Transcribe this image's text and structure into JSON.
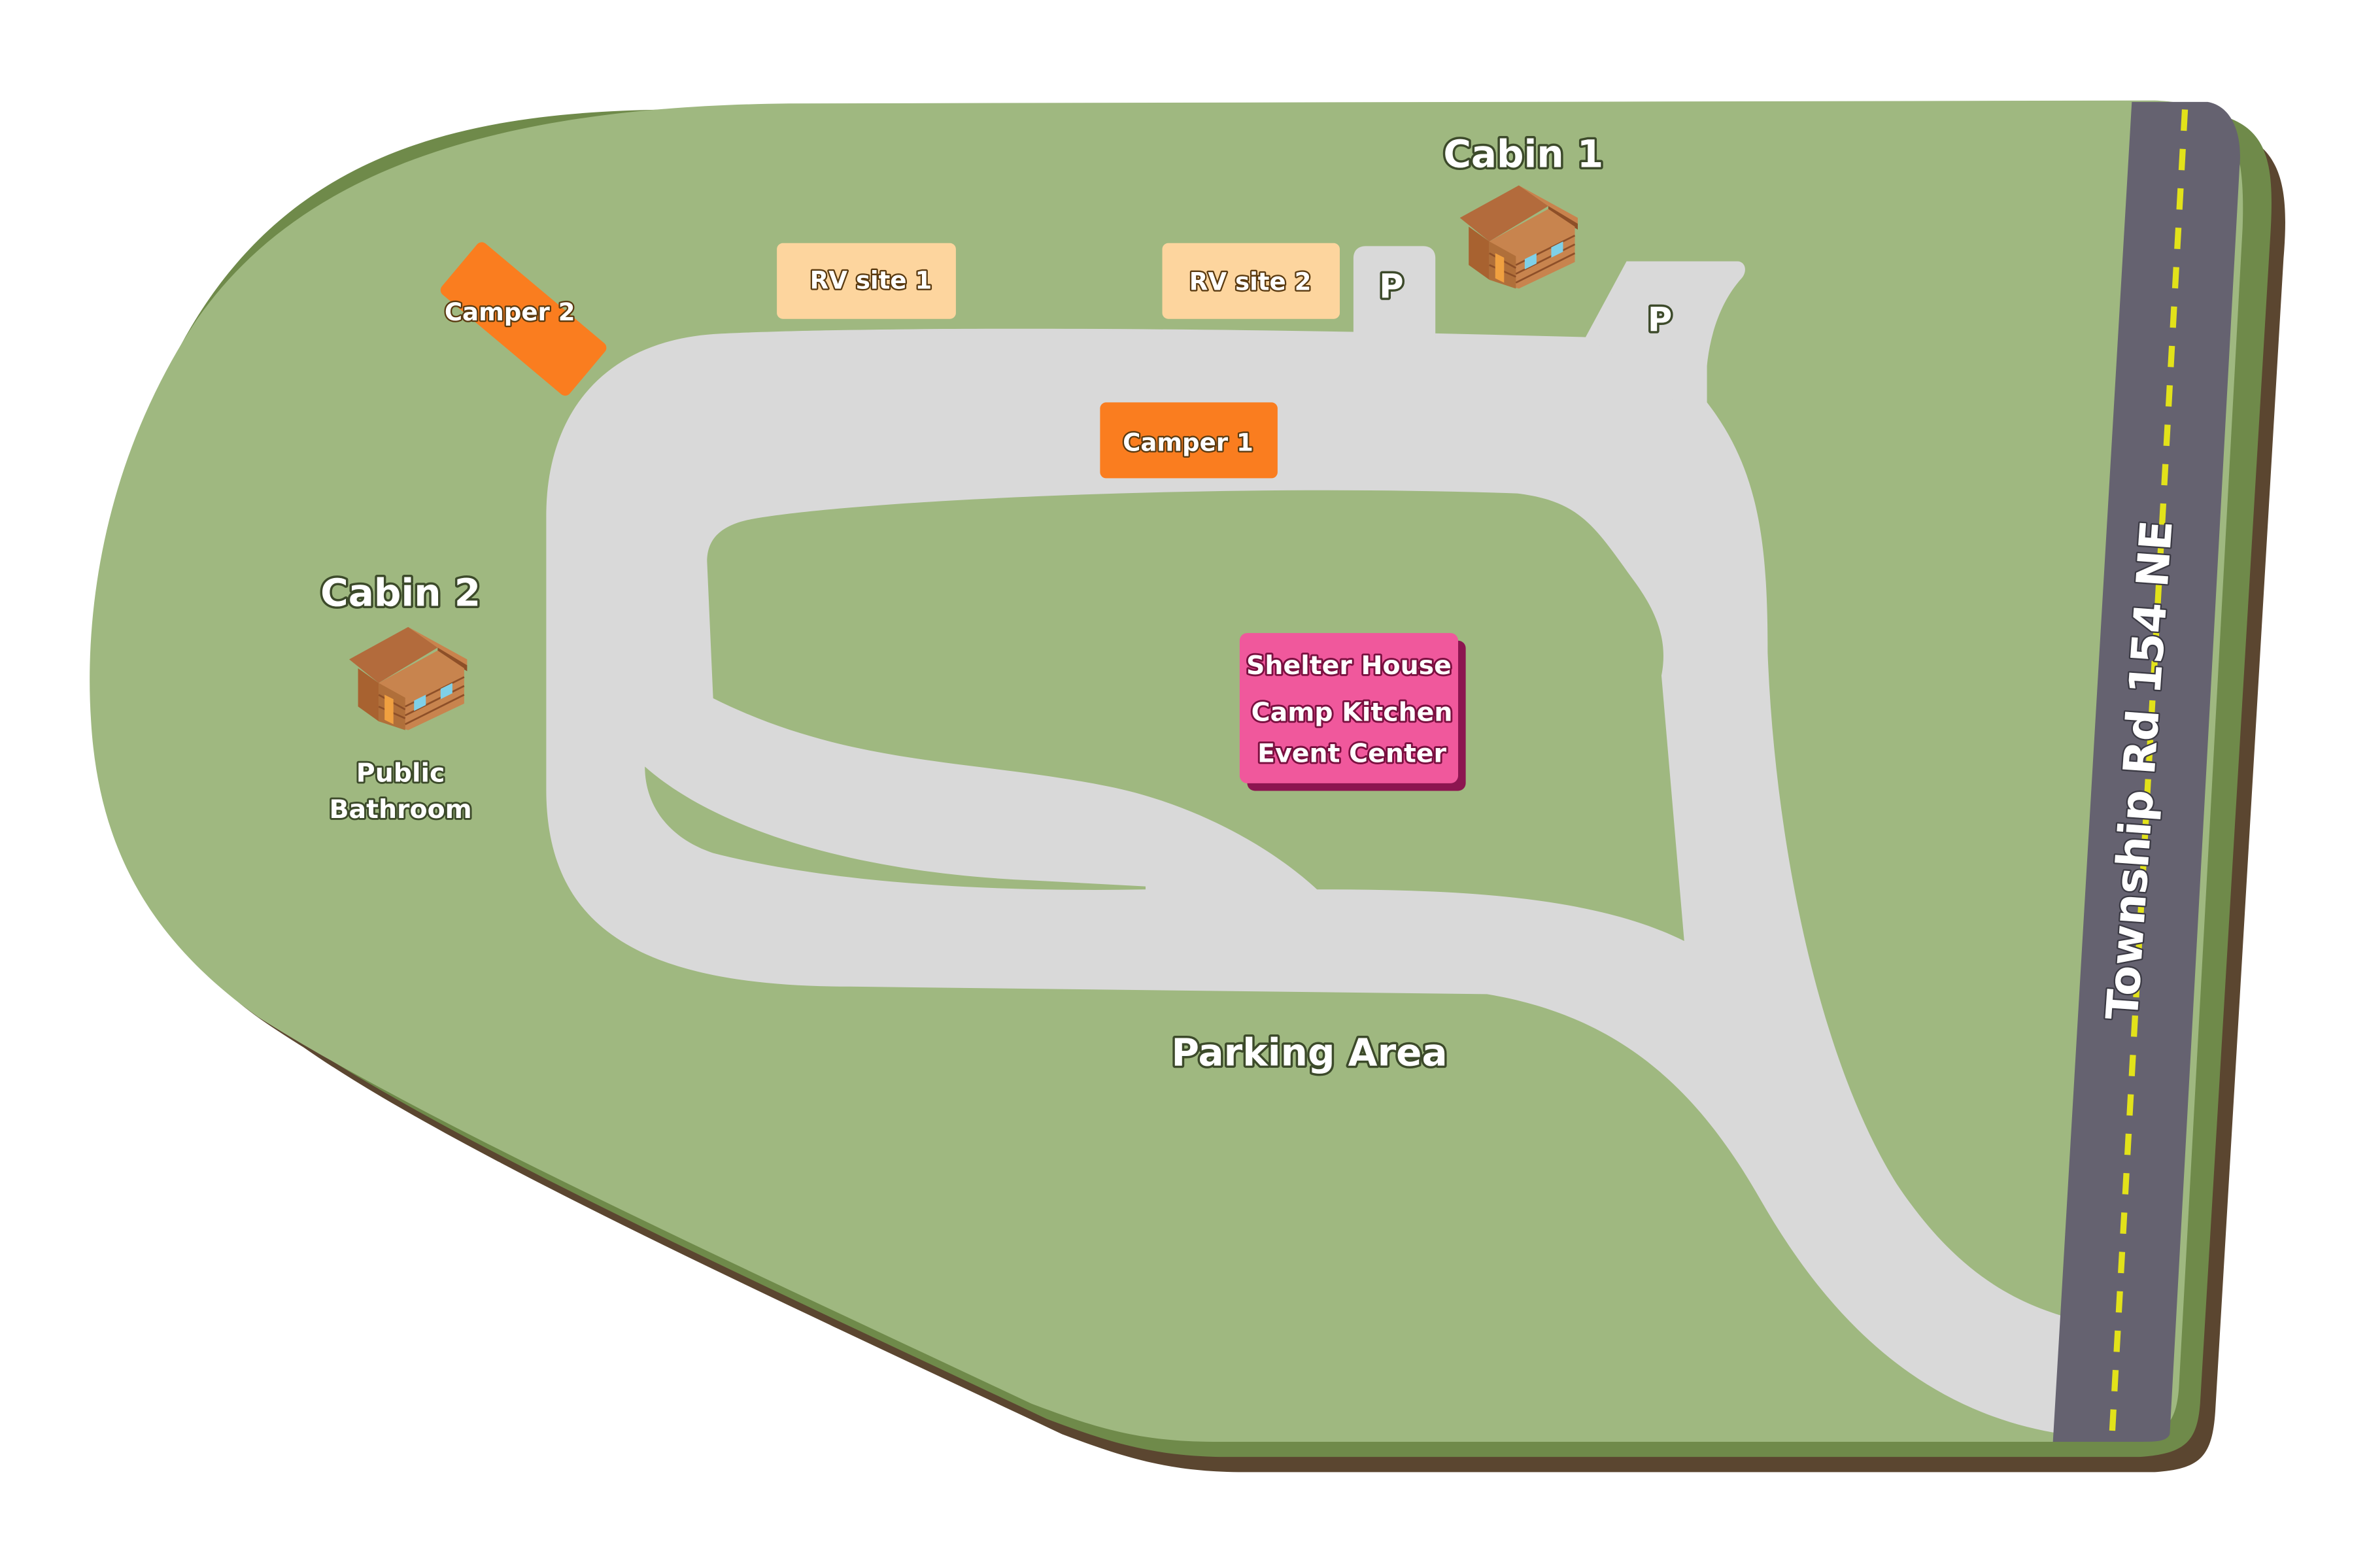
{
  "colors": {
    "grass": "#9fb880",
    "grass_edge": "#6f8a4a",
    "soil": "#5b4630",
    "road_gray": "#d9d9d9",
    "highway": "#656270",
    "highway_line": "#e2e21a",
    "camper": "#fa7d1f",
    "rv_site": "#fdd59e",
    "shelter": "#f0589c",
    "shelter_shadow": "#8c1550",
    "cabin_roof": "#b36b3c",
    "cabin_wall": "#c8844e"
  },
  "labels": {
    "cabin1": "Cabin 1",
    "cabin2": "Cabin 2",
    "public_bathroom_line1": "Public",
    "public_bathroom_line2": "Bathroom",
    "camper1": "Camper 1",
    "camper2": "Camper 2",
    "rv_site1": "RV site 1",
    "rv_site2": "RV site 2",
    "parking_p1": "P",
    "parking_p2": "P",
    "shelter_line1": "Shelter House",
    "shelter_line2": "Camp Kitchen",
    "shelter_line3": "Event Center",
    "parking_area": "Parking Area",
    "road_name": "Township Rd 154 NE"
  },
  "icons": {
    "cabin1": "log-cabin-icon",
    "cabin2": "log-cabin-icon"
  }
}
